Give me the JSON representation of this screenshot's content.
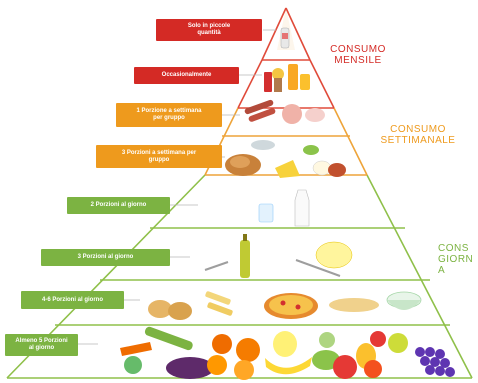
{
  "colors": {
    "red": "#d42a25",
    "orange": "#ee9a1d",
    "green": "#7cb342",
    "outline_red": "#e04b3a",
    "outline_orange": "#eea43a",
    "outline_green": "#8fc04a"
  },
  "levels": [
    {
      "label": "Solo in piccole quantità",
      "color": "red"
    },
    {
      "label": "Occasionalmente",
      "color": "red"
    },
    {
      "label": "1 Porzione a settimana per gruppo",
      "color": "orange"
    },
    {
      "label": "3 Porzioni a settimana per gruppo",
      "color": "orange"
    },
    {
      "label": "2 Porzioni al giorno",
      "color": "green"
    },
    {
      "label": "3 Porzioni al giorno",
      "color": "green"
    },
    {
      "label": "4-6 Porzioni al giorno",
      "color": "green"
    },
    {
      "label": "Almeno 5 Porzioni al giorno",
      "color": "green"
    }
  ],
  "categories": {
    "monthly": "CONSUMO MENSILE",
    "weekly": "CONSUMO SETTIMANALE",
    "daily": "CONS GIORNA"
  }
}
